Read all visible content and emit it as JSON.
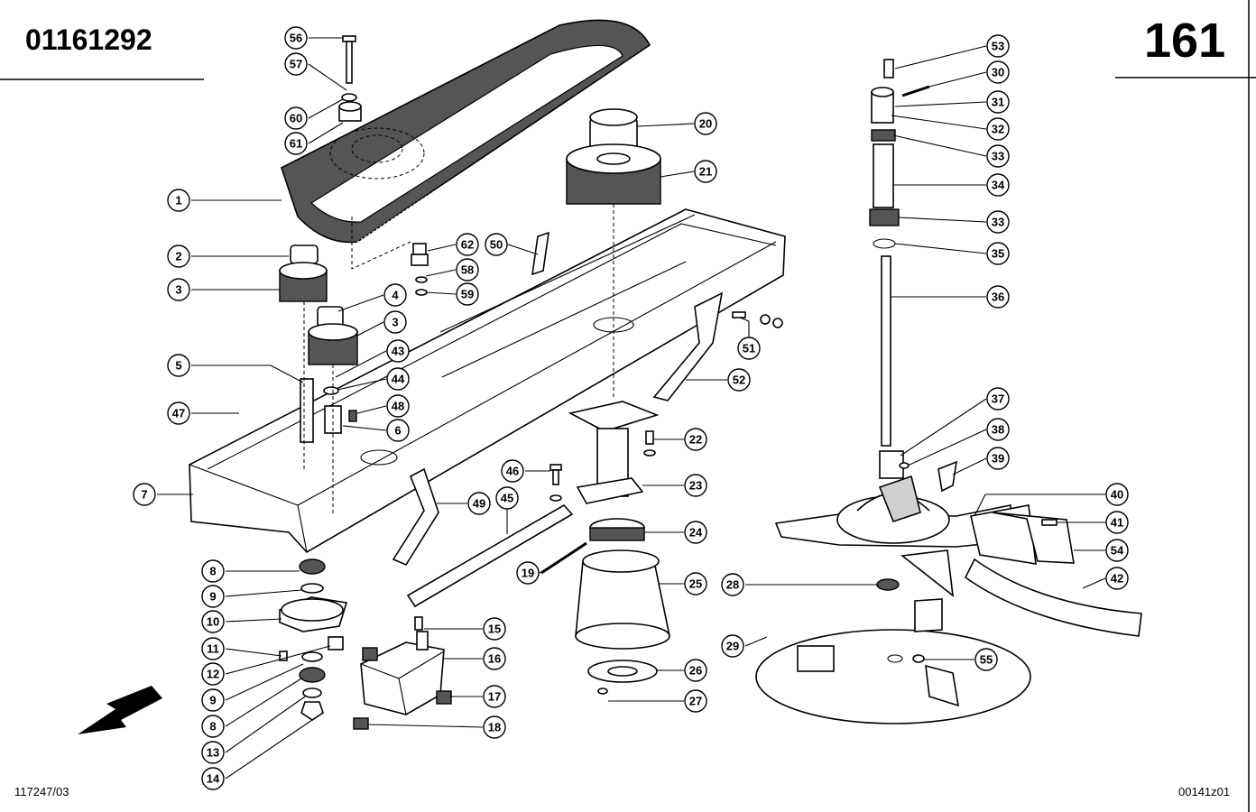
{
  "header": {
    "part_number": "01161292",
    "page_number": "161"
  },
  "footer": {
    "left_code": "117247/03",
    "right_code": "00141z01"
  },
  "callouts": [
    "1",
    "2",
    "3",
    "4",
    "3",
    "5",
    "47",
    "7",
    "43",
    "44",
    "48",
    "6",
    "56",
    "57",
    "60",
    "61",
    "62",
    "58",
    "59",
    "50",
    "20",
    "21",
    "51",
    "52",
    "22",
    "23",
    "46",
    "45",
    "49",
    "24",
    "19",
    "25",
    "8",
    "9",
    "10",
    "11",
    "12",
    "9",
    "8",
    "13",
    "14",
    "15",
    "16",
    "17",
    "18",
    "26",
    "27",
    "53",
    "30",
    "31",
    "32",
    "33",
    "34",
    "33",
    "35",
    "36",
    "37",
    "38",
    "39",
    "40",
    "41",
    "54",
    "42",
    "28",
    "29",
    "55"
  ],
  "icons": {
    "direction": "arrow-down-left-icon"
  }
}
